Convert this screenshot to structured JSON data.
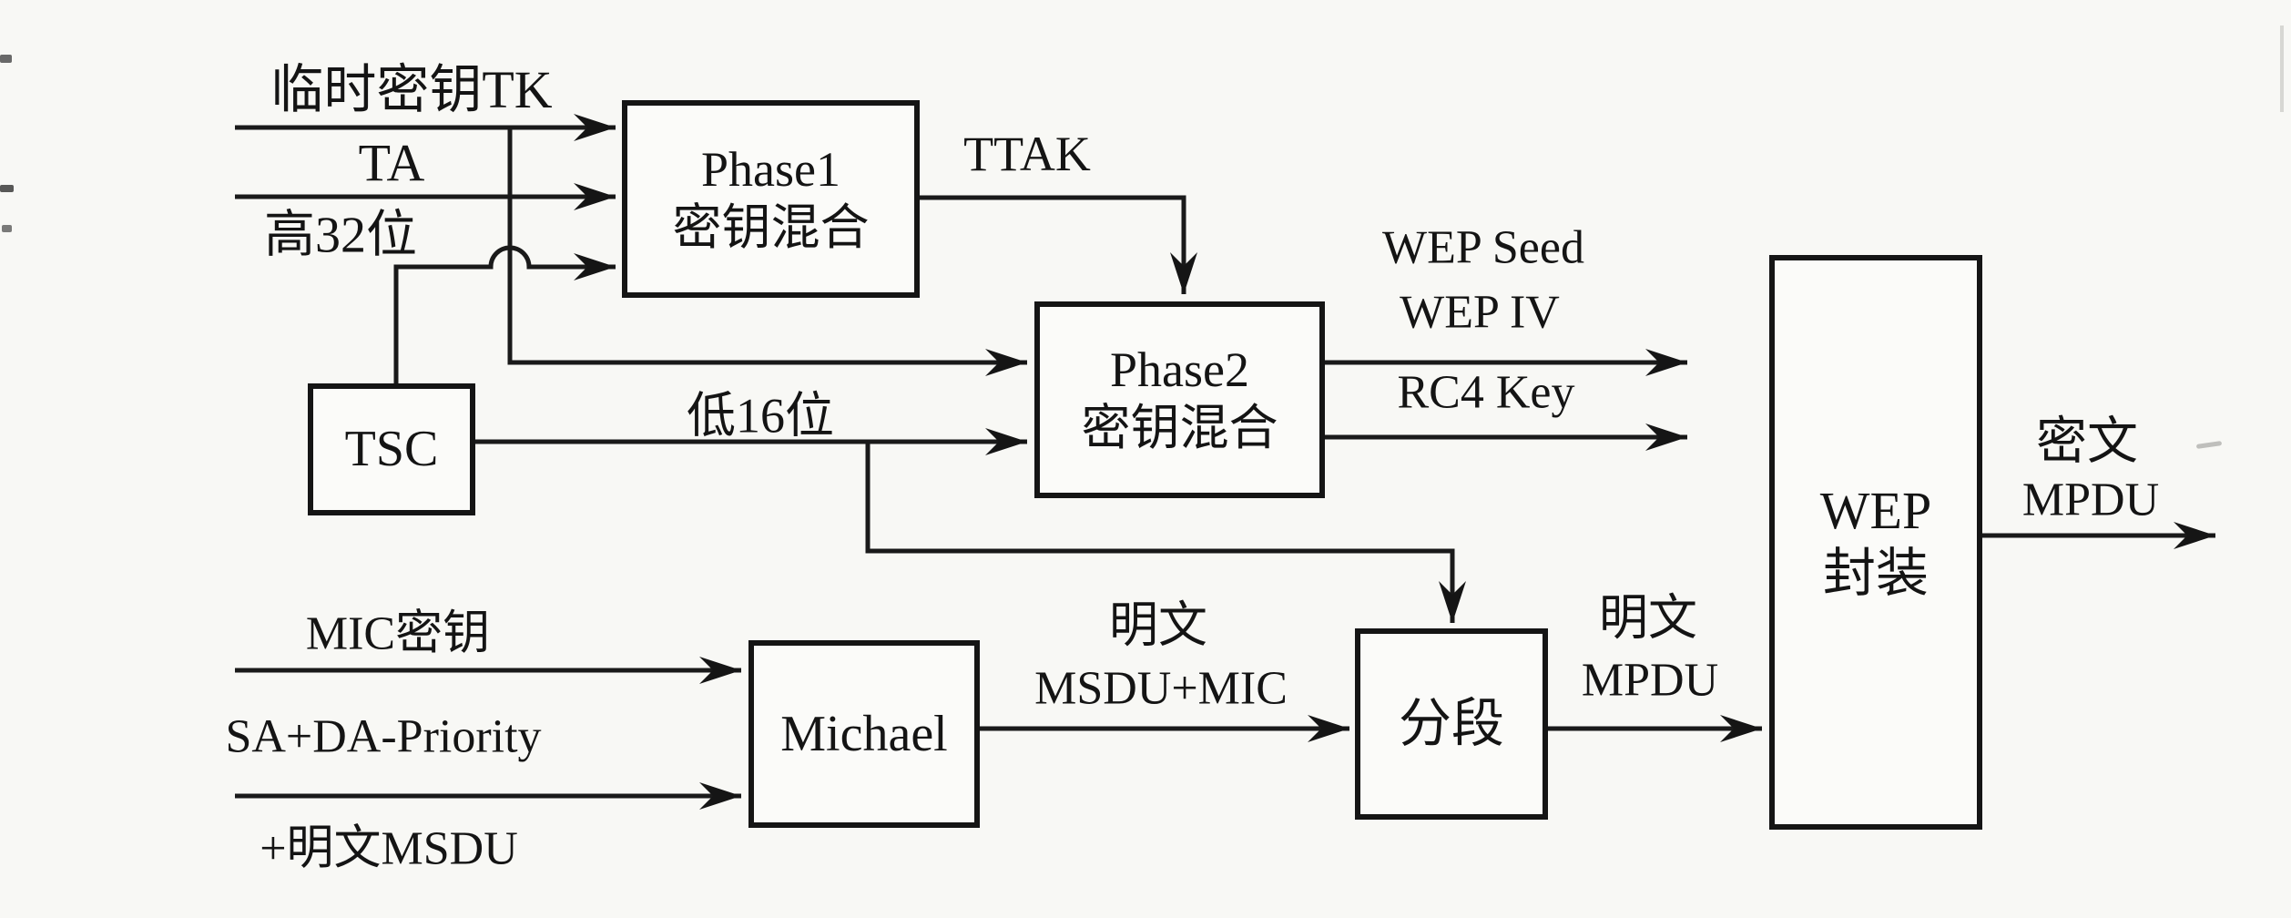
{
  "diagram": {
    "title_hint": "TKIP encryption block diagram (scanned textbook figure)",
    "colors": {
      "ink": "#151515",
      "paper": "#f8f8f5"
    },
    "boxes": {
      "phase1": {
        "line1": "Phase1",
        "line2": "密钥混合"
      },
      "phase2": {
        "line1": "Phase2",
        "line2": "密钥混合"
      },
      "tsc": {
        "label": "TSC"
      },
      "michael": {
        "label": "Michael"
      },
      "fragment": {
        "label": "分段"
      },
      "wep": {
        "line1": "WEP",
        "line2": "封装"
      }
    },
    "labels": {
      "temporal_key_tk": "临时密钥TK",
      "ta": "TA",
      "high32": "高32位",
      "low16": "低16位",
      "ttak": "TTAK",
      "wep_seed": "WEP Seed",
      "wep_iv": "WEP IV",
      "rc4_key": "RC4 Key",
      "mic_key": "MIC密钥",
      "sa_da_priority": "SA+DA-Priority",
      "plus_plain_msdu": "+明文MSDU",
      "plain_msdu_mic_l1": "明文",
      "plain_msdu_mic_l2": "MSDU+MIC",
      "plain_mpdu_l1": "明文",
      "plain_mpdu_l2": "MPDU",
      "cipher_mpdu_l1": "密文",
      "cipher_mpdu_l2": "MPDU"
    }
  }
}
